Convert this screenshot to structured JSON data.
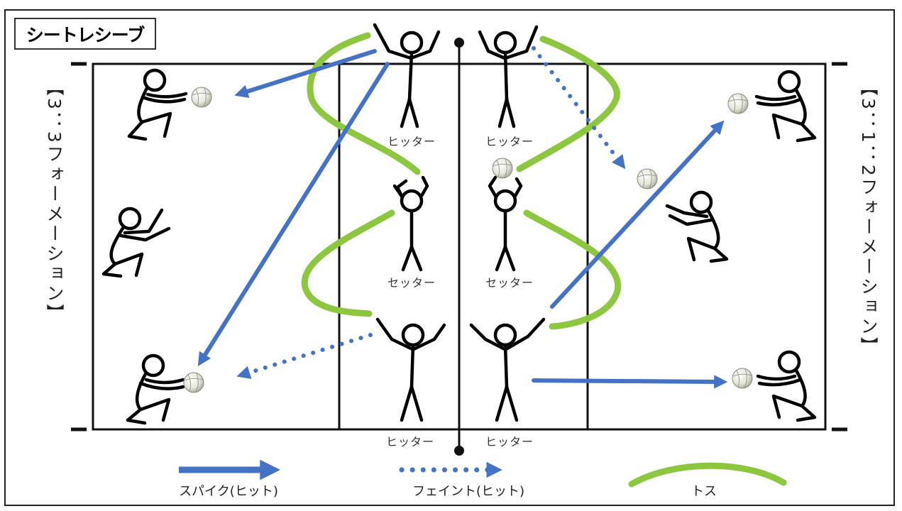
{
  "title": "シートレシーブ",
  "left_formation": "【3：3フォーメーション】",
  "right_formation": "【3：1：2フォーメーション】",
  "roles": {
    "hitter_top_left": "ヒッター",
    "hitter_top_right": "ヒッター",
    "setter_left": "セッター",
    "setter_right": "セッター",
    "hitter_bottom_left": "ヒッター",
    "hitter_bottom_right": "ヒッター"
  },
  "legend": {
    "spike": "スパイク(ヒット)",
    "feint": "フェイント(ヒット)",
    "toss": "トス"
  },
  "colors": {
    "spike": "#4472C4",
    "toss": "#8DC63F",
    "lines": "#000000"
  }
}
